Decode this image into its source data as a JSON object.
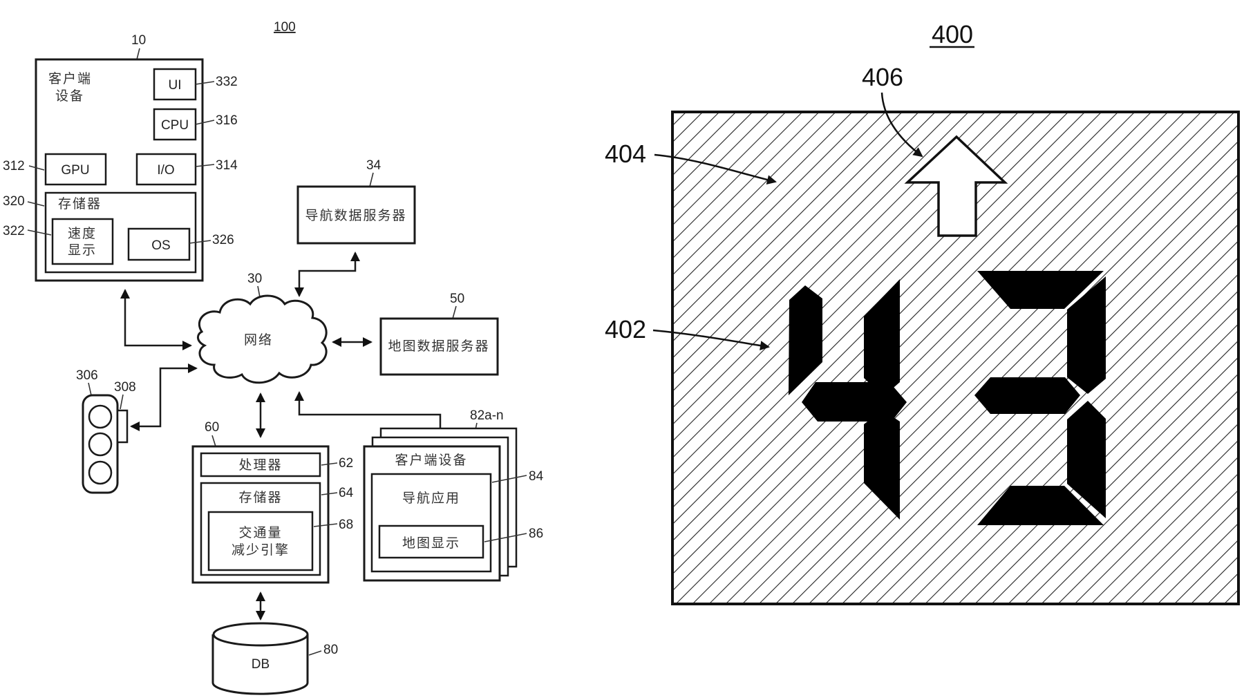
{
  "figure_left": {
    "figure_ref": "100",
    "client_device": {
      "ref": "10",
      "title_line1": "客户端",
      "title_line2": "设备",
      "ui": {
        "label": "UI",
        "ref": "332"
      },
      "cpu": {
        "label": "CPU",
        "ref": "316"
      },
      "gpu": {
        "label": "GPU",
        "ref": "312"
      },
      "io": {
        "label": "I/O",
        "ref": "314"
      },
      "memory": {
        "label": "存储器",
        "ref": "320"
      },
      "speed_display": {
        "line1": "速度",
        "line2": "显示",
        "ref": "322"
      },
      "os": {
        "label": "OS",
        "ref": "326"
      }
    },
    "network": {
      "label": "网络",
      "ref": "30"
    },
    "nav_data_server": {
      "label": "导航数据服务器",
      "ref": "34"
    },
    "map_data_server": {
      "label": "地图数据服务器",
      "ref": "50"
    },
    "traffic_light": {
      "ref": "306",
      "controller_ref": "308"
    },
    "server_60": {
      "ref": "60",
      "processor": {
        "label": "处理器",
        "ref": "62"
      },
      "memory": {
        "label": "存储器",
        "ref": "64"
      },
      "engine": {
        "line1": "交通量",
        "line2": "减少引擎",
        "ref": "68"
      }
    },
    "client_devices_stack": {
      "ref": "82a-n",
      "title": "客户端设备",
      "nav_app": {
        "label": "导航应用",
        "ref": "84"
      },
      "map_display": {
        "label": "地图显示",
        "ref": "86"
      }
    },
    "database": {
      "label": "DB",
      "ref": "80"
    }
  },
  "figure_right": {
    "figure_ref": "400",
    "display_value": "43",
    "speed_digits_ref": "402",
    "background_ref": "404",
    "direction_arrow_ref": "406"
  }
}
